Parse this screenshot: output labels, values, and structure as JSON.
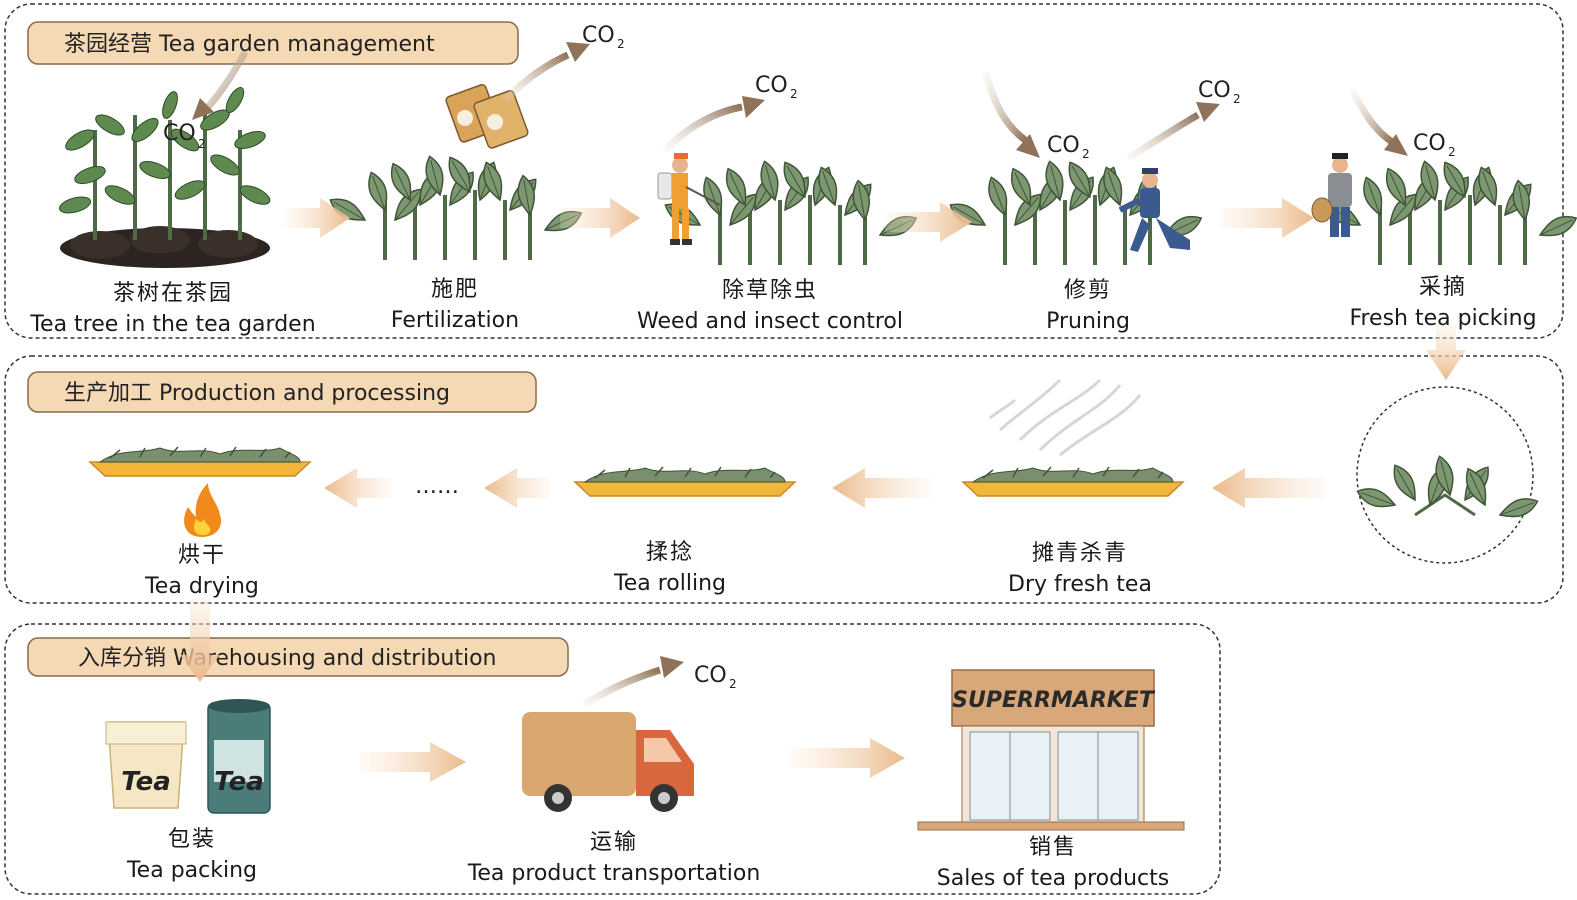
{
  "sections": [
    {
      "id": "management",
      "title": "茶园经营 Tea garden management"
    },
    {
      "id": "production",
      "title": "生产加工 Production and processing"
    },
    {
      "id": "warehousing",
      "title": "入库分销 Warehousing and distribution"
    }
  ],
  "management_steps": [
    {
      "zh": "茶树在茶园",
      "en": "Tea tree in the tea garden"
    },
    {
      "zh": "施肥",
      "en": "Fertilization"
    },
    {
      "zh": "除草除虫",
      "en": "Weed and insect control"
    },
    {
      "zh": "修剪",
      "en": "Pruning"
    },
    {
      "zh": "采摘",
      "en": "Fresh tea picking"
    }
  ],
  "production_steps": [
    {
      "zh": "烘干",
      "en": "Tea drying"
    },
    {
      "zh": "揉捻",
      "en": "Tea rolling"
    },
    {
      "zh": "摊青杀青",
      "en": "Dry fresh tea"
    }
  ],
  "ellipsis": "……",
  "warehousing_steps": [
    {
      "zh": "包装",
      "en": "Tea packing"
    },
    {
      "zh": "运输",
      "en": "Tea product transportation"
    },
    {
      "zh": "销售",
      "en": "Sales of tea products"
    }
  ],
  "co2": {
    "main": "CO",
    "sub": "2"
  },
  "package_label": "Tea",
  "store_sign": "SUPERRMARKET",
  "colors": {
    "badge_fill": "#f5d8b4",
    "badge_stroke": "#8a6a4a",
    "arrow": "#efc49a",
    "co2_arrow": "#9c7b5e",
    "leaf": "#6f8a62",
    "leaf_dark": "#3f5438",
    "tray": "#f2b63a",
    "fire": "#f08a1c"
  }
}
